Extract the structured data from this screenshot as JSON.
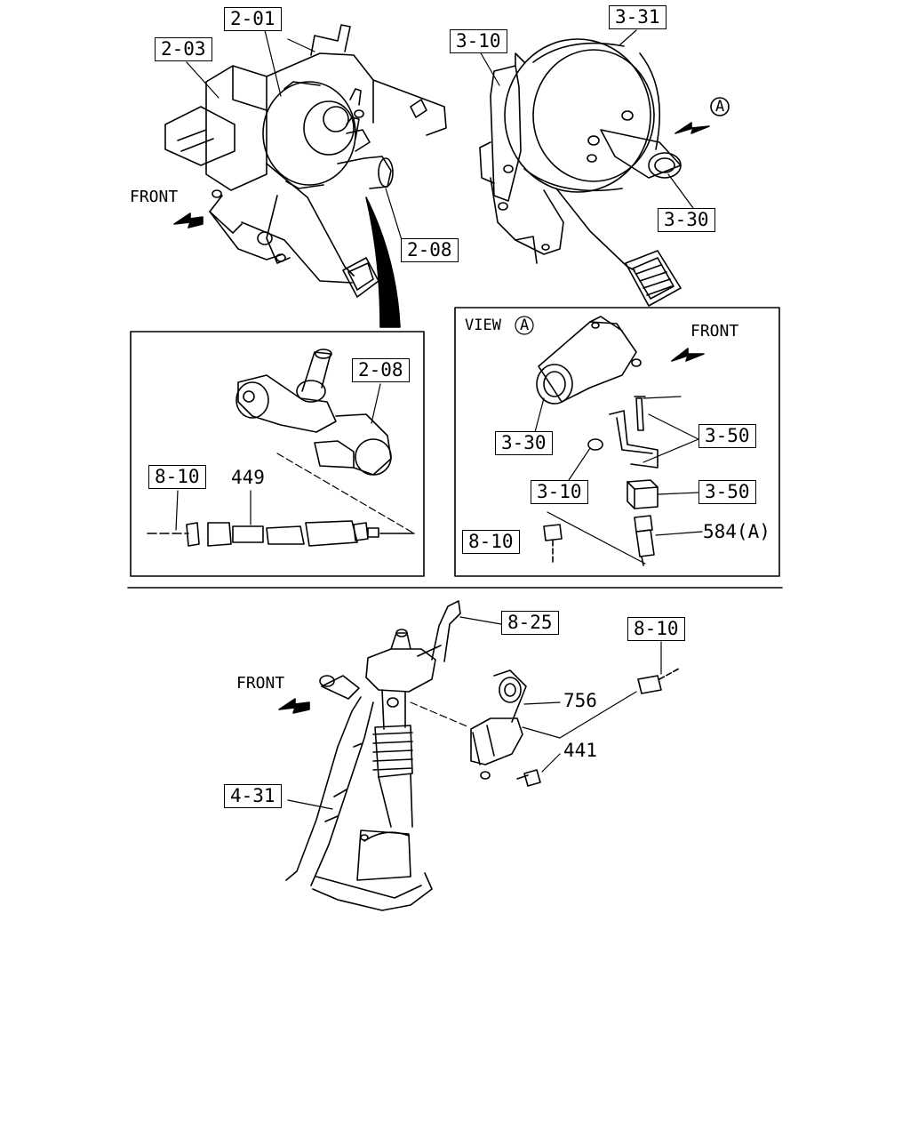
{
  "labels": {
    "l201": "2-01",
    "l203": "2-03",
    "l208a": "2-08",
    "l208b": "2-08",
    "l310a": "3-10",
    "l331": "3-31",
    "l330a": "3-30",
    "l330b": "3-30",
    "l350a": "3-50",
    "l350b": "3-50",
    "l310b": "3-10",
    "l810a": "8-10",
    "l810b": "8-10",
    "l810c": "8-10",
    "l449": "449",
    "l584": "584(A)",
    "l825": "8-25",
    "l756": "756",
    "l441": "441",
    "l431": "4-31",
    "front1": "FRONT",
    "front2": "FRONT",
    "front3": "FRONT",
    "view": "VIEW",
    "circleA": "A"
  },
  "colors": {
    "line": "#000000",
    "background": "#ffffff"
  }
}
